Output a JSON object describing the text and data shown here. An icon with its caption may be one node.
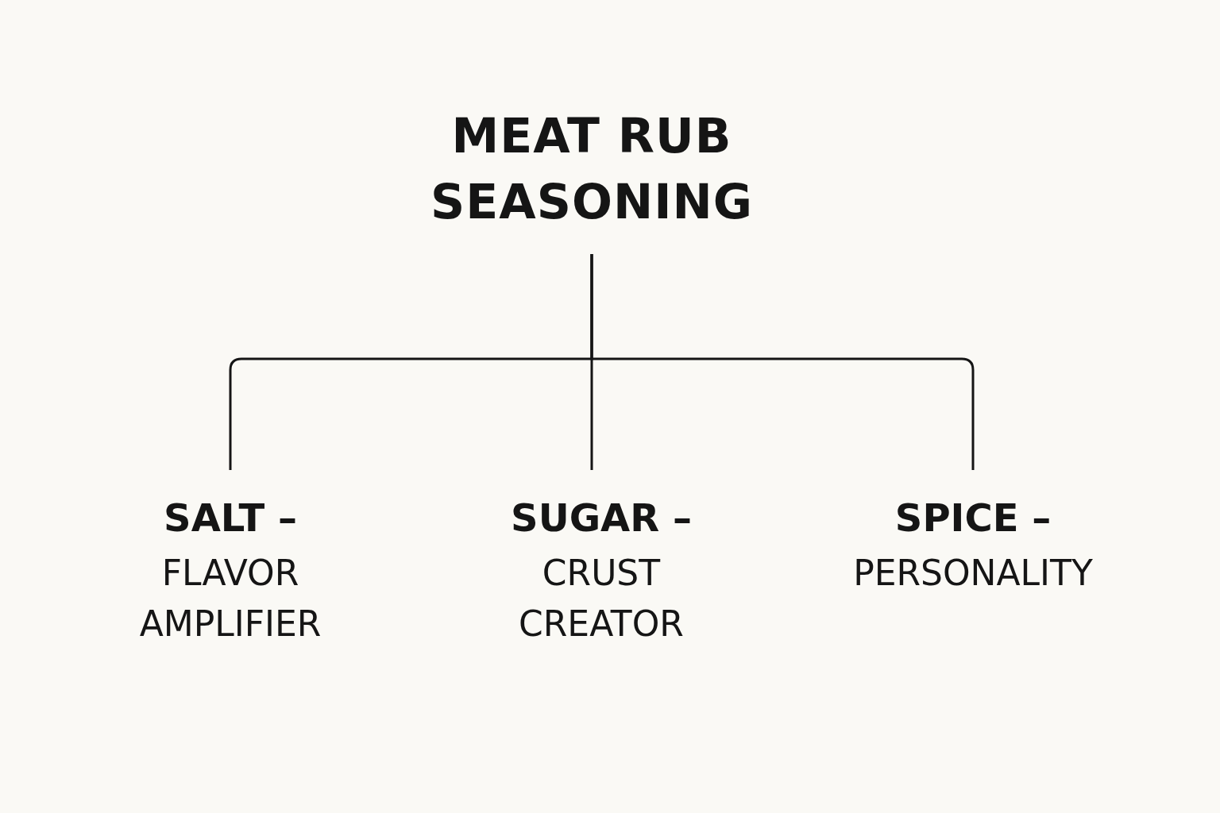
{
  "diagram": {
    "nodes": [
      {
        "text": [
          "MEAT RUB SEASONING"
        ]
      },
      {
        "text": [
          "SALT –",
          "FLAVOR AMPLIFIER"
        ]
      },
      {
        "text": [
          "SUGAR –",
          "CRUST CREATOR"
        ]
      },
      {
        "text": [
          "SPICE –",
          "PERSONALITY"
        ]
      }
    ],
    "edges": [
      {
        "from": 0,
        "to": 1,
        "arrow": "none"
      },
      {
        "from": 0,
        "to": 2,
        "arrow": "none"
      },
      {
        "from": 0,
        "to": 3,
        "arrow": "none"
      }
    ]
  }
}
